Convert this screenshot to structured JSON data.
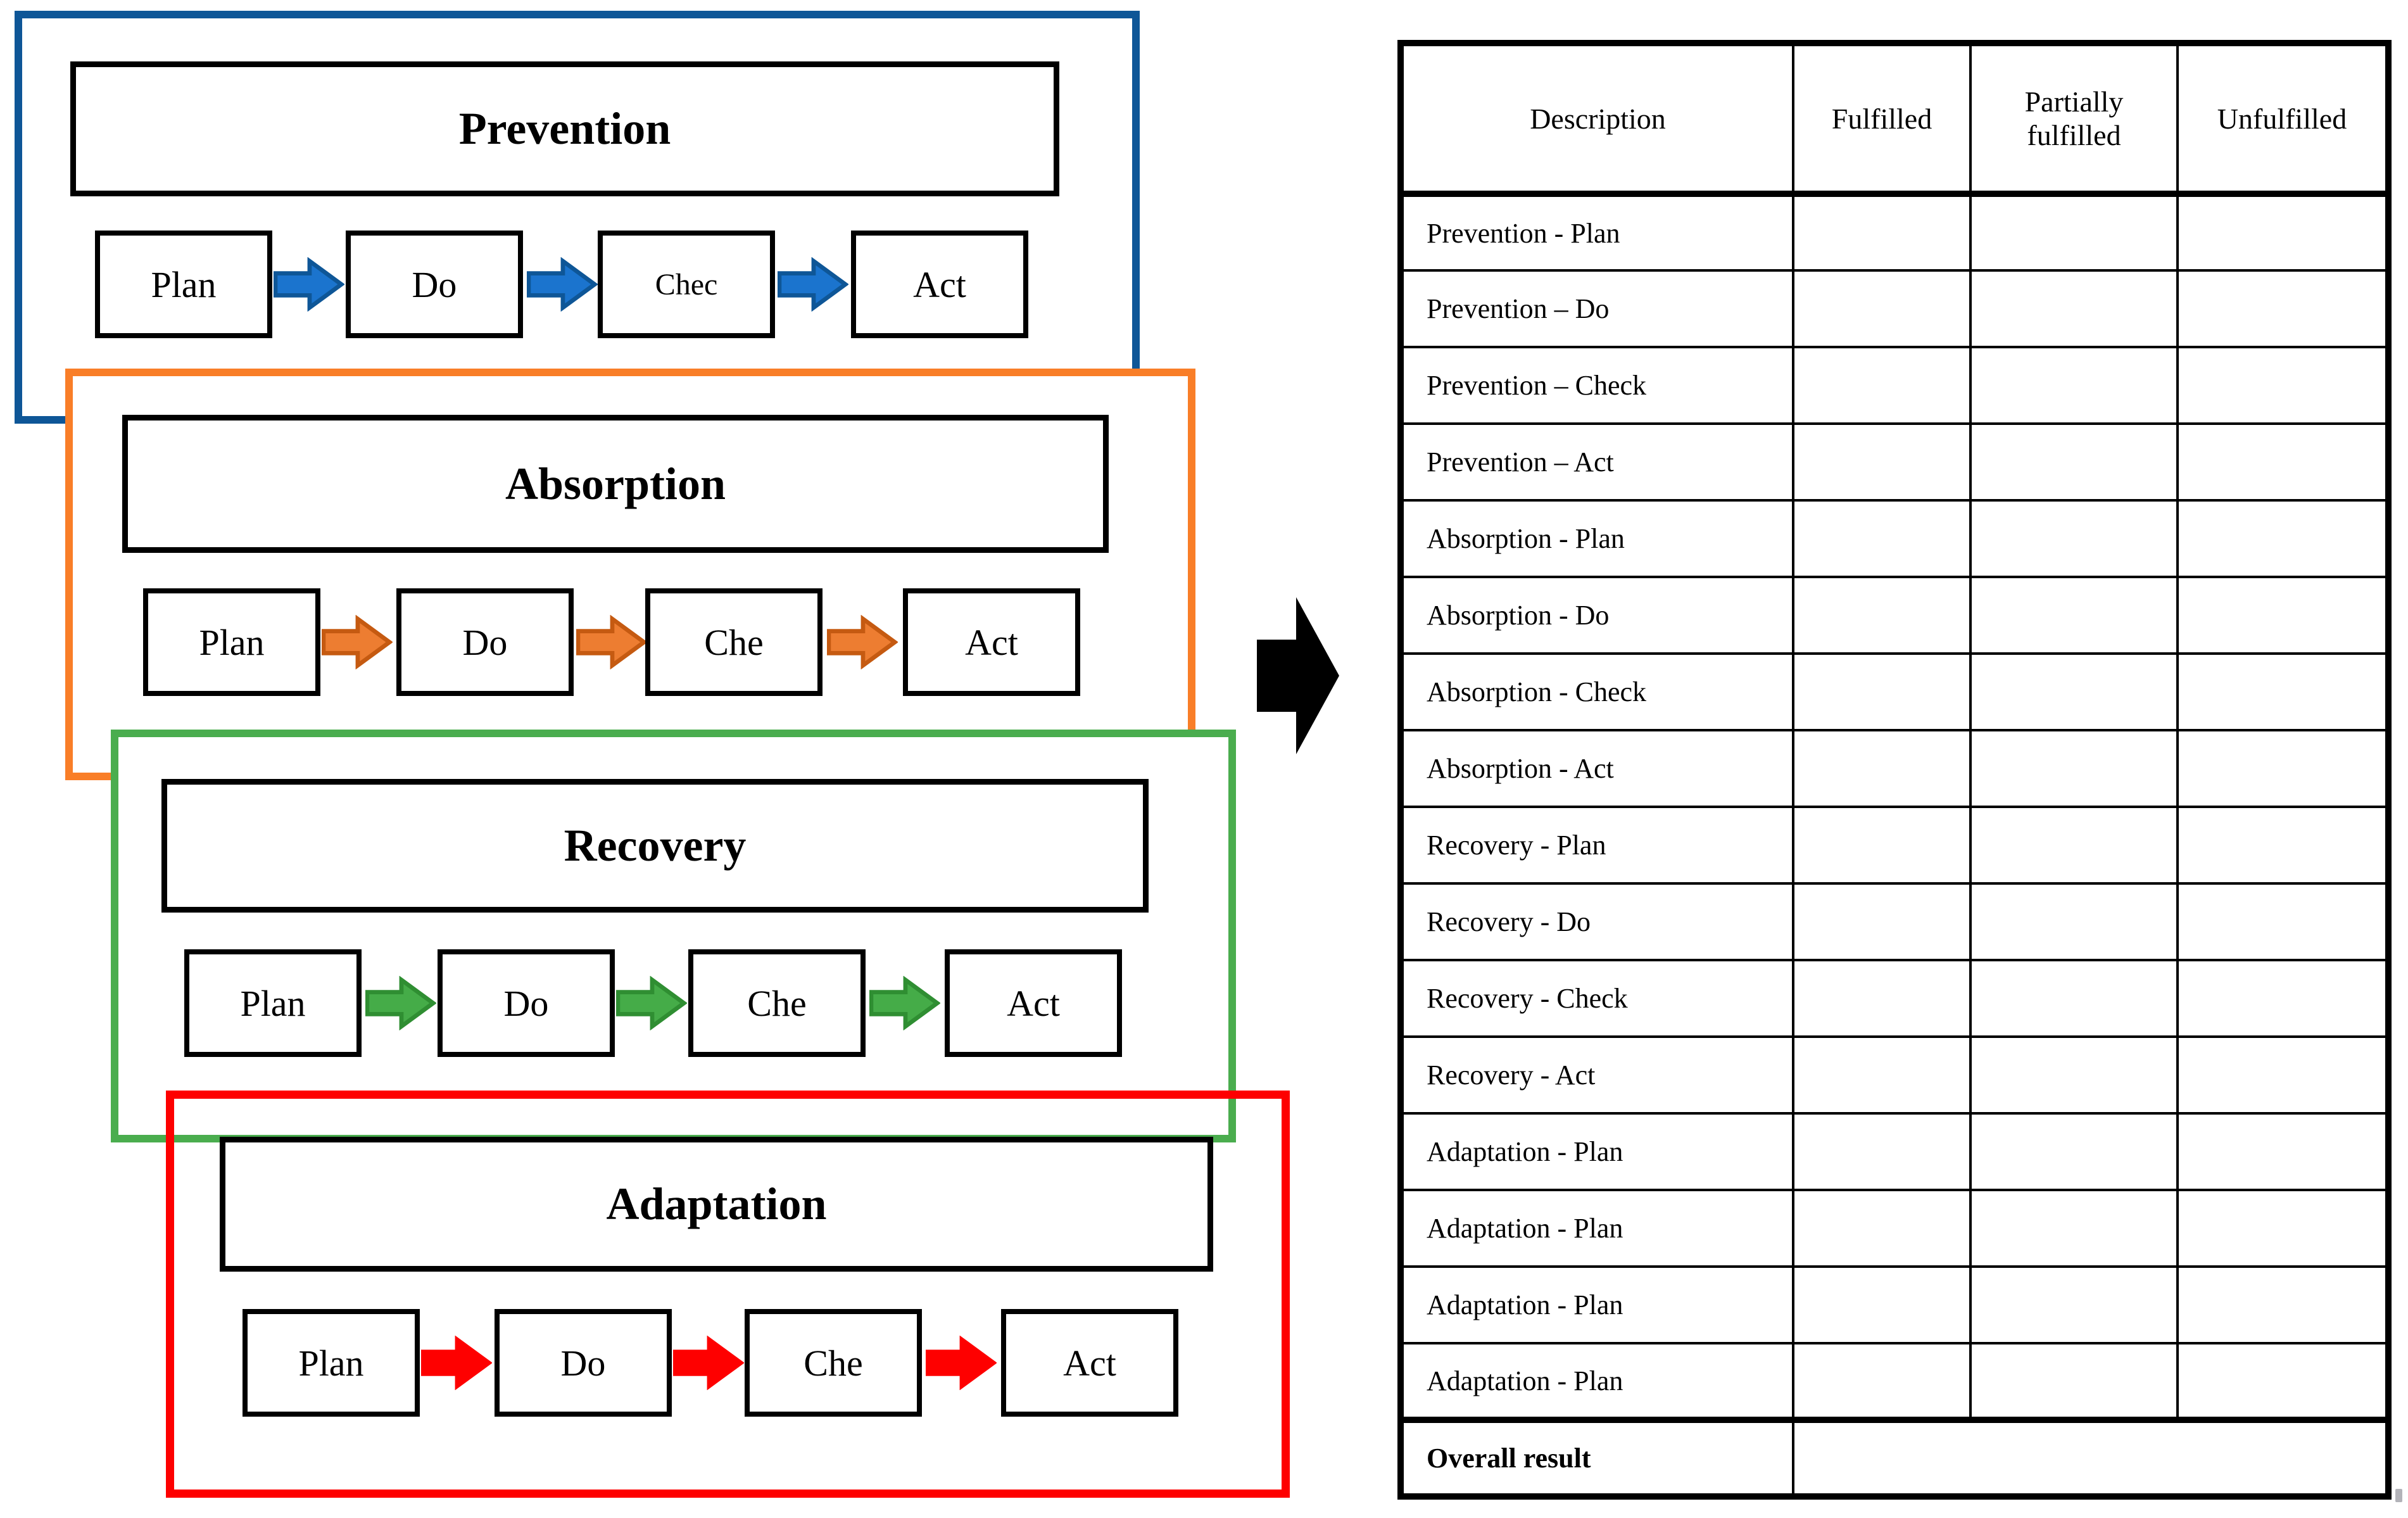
{
  "diagram": {
    "sections": [
      {
        "title": "Prevention",
        "box_color": "#0E5697",
        "arrow_fill": "#1B74CE",
        "arrow_stroke": "#0E5697",
        "steps": [
          "Plan",
          "Do",
          "Chec",
          "Act"
        ]
      },
      {
        "title": "Absorption",
        "box_color": "#F97E28",
        "arrow_fill": "#ED7D31",
        "arrow_stroke": "#C55A11",
        "steps": [
          "Plan",
          "Do",
          "Che",
          "Act"
        ]
      },
      {
        "title": "Recovery",
        "box_color": "#4AAD4E",
        "arrow_fill": "#45AC48",
        "arrow_stroke": "#2F8E32",
        "steps": [
          "Plan",
          "Do",
          "Che",
          "Act"
        ]
      },
      {
        "title": "Adaptation",
        "box_color": "#FE0000",
        "arrow_fill": "#FE0000",
        "arrow_stroke": "#FE0000",
        "steps": [
          "Plan",
          "Do",
          "Che",
          "Act"
        ]
      }
    ],
    "flow_arrow_color": "#000000"
  },
  "table": {
    "headers": [
      "Description",
      "Fulfilled",
      "Partially fulfilled",
      "Unfulfilled"
    ],
    "rows": [
      "Prevention - Plan",
      "Prevention – Do",
      "Prevention – Check",
      "Prevention – Act",
      "Absorption - Plan",
      "Absorption - Do",
      "Absorption - Check",
      "Absorption - Act",
      "Recovery - Plan",
      "Recovery - Do",
      "Recovery - Check",
      "Recovery - Act",
      "Adaptation - Plan",
      "Adaptation - Plan",
      "Adaptation - Plan",
      "Adaptation - Plan",
      "Overall result"
    ]
  }
}
